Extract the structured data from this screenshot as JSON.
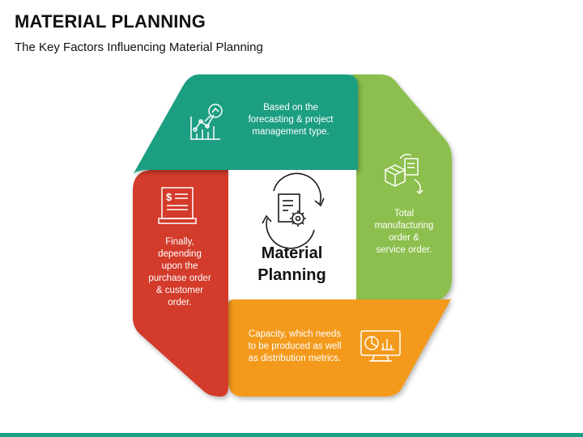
{
  "header": {
    "title": "MATERIAL PLANNING",
    "subtitle": "The Key Factors Influencing Material Planning"
  },
  "center": {
    "label_line1": "Material",
    "label_line2": "Planning",
    "icon": "document-gear-cycle-icon"
  },
  "segments": {
    "top": {
      "color": "#1a9e82",
      "icon": "analytics-chart-icon",
      "lines": [
        "Based on the",
        "forecasting & project",
        "management type."
      ]
    },
    "right": {
      "color": "#8cbf4e",
      "icon": "box-cycle-icon",
      "lines": [
        "Total",
        "manufacturing",
        "order &",
        "service order."
      ]
    },
    "bottom": {
      "color": "#f39a1f",
      "icon": "monitor-dashboard-icon",
      "lines": [
        "Capacity, which needs",
        "to be produced as well",
        "as distribution metrics."
      ]
    },
    "left": {
      "color": "#d33a2c",
      "icon": "invoice-icon",
      "lines": [
        "Finally,",
        "depending",
        "upon the",
        "purchase order",
        "& customer",
        "order."
      ]
    }
  }
}
